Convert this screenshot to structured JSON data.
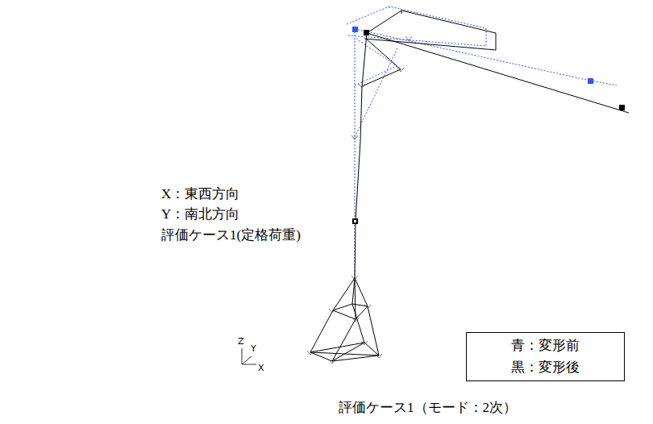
{
  "diagram": {
    "caption": "評価ケース1（モード：2次）",
    "nodes": [
      {
        "text": [
          "青：変形前",
          "黒：変形後"
        ]
      }
    ],
    "labels": [
      "X：東西方向",
      "Y：南北方向",
      "評価ケース1(定格荷重)",
      "Z",
      "Y",
      "X"
    ]
  }
}
